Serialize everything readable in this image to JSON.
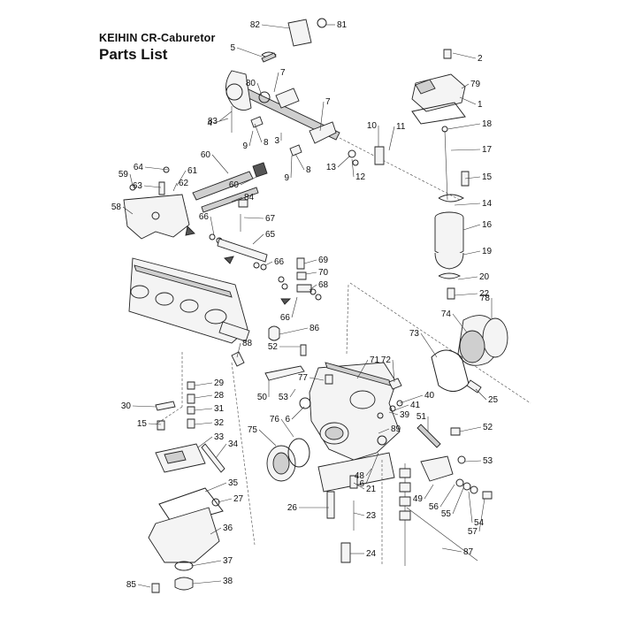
{
  "header": {
    "brand": "KEIHIN  CR-Caburetor",
    "title": "Parts  List"
  },
  "callouts": [
    "1",
    "2",
    "3",
    "4",
    "5",
    "6",
    "6",
    "7",
    "7",
    "8",
    "8",
    "9",
    "9",
    "10",
    "11",
    "12",
    "13",
    "14",
    "15",
    "15",
    "16",
    "17",
    "18",
    "19",
    "20",
    "21",
    "22",
    "23",
    "24",
    "25",
    "26",
    "27",
    "28",
    "29",
    "30",
    "31",
    "32",
    "33",
    "34",
    "35",
    "36",
    "37",
    "38",
    "39",
    "40",
    "41",
    "48",
    "49",
    "50",
    "51",
    "52",
    "52",
    "53",
    "53",
    "54",
    "55",
    "56",
    "57",
    "58",
    "59",
    "60",
    "60",
    "61",
    "62",
    "63",
    "64",
    "65",
    "66",
    "66",
    "66",
    "67",
    "68",
    "69",
    "70",
    "71",
    "72",
    "73",
    "74",
    "75",
    "76",
    "77",
    "78",
    "79",
    "80",
    "81",
    "82",
    "83",
    "84",
    "85",
    "86",
    "87",
    "88",
    "89"
  ]
}
